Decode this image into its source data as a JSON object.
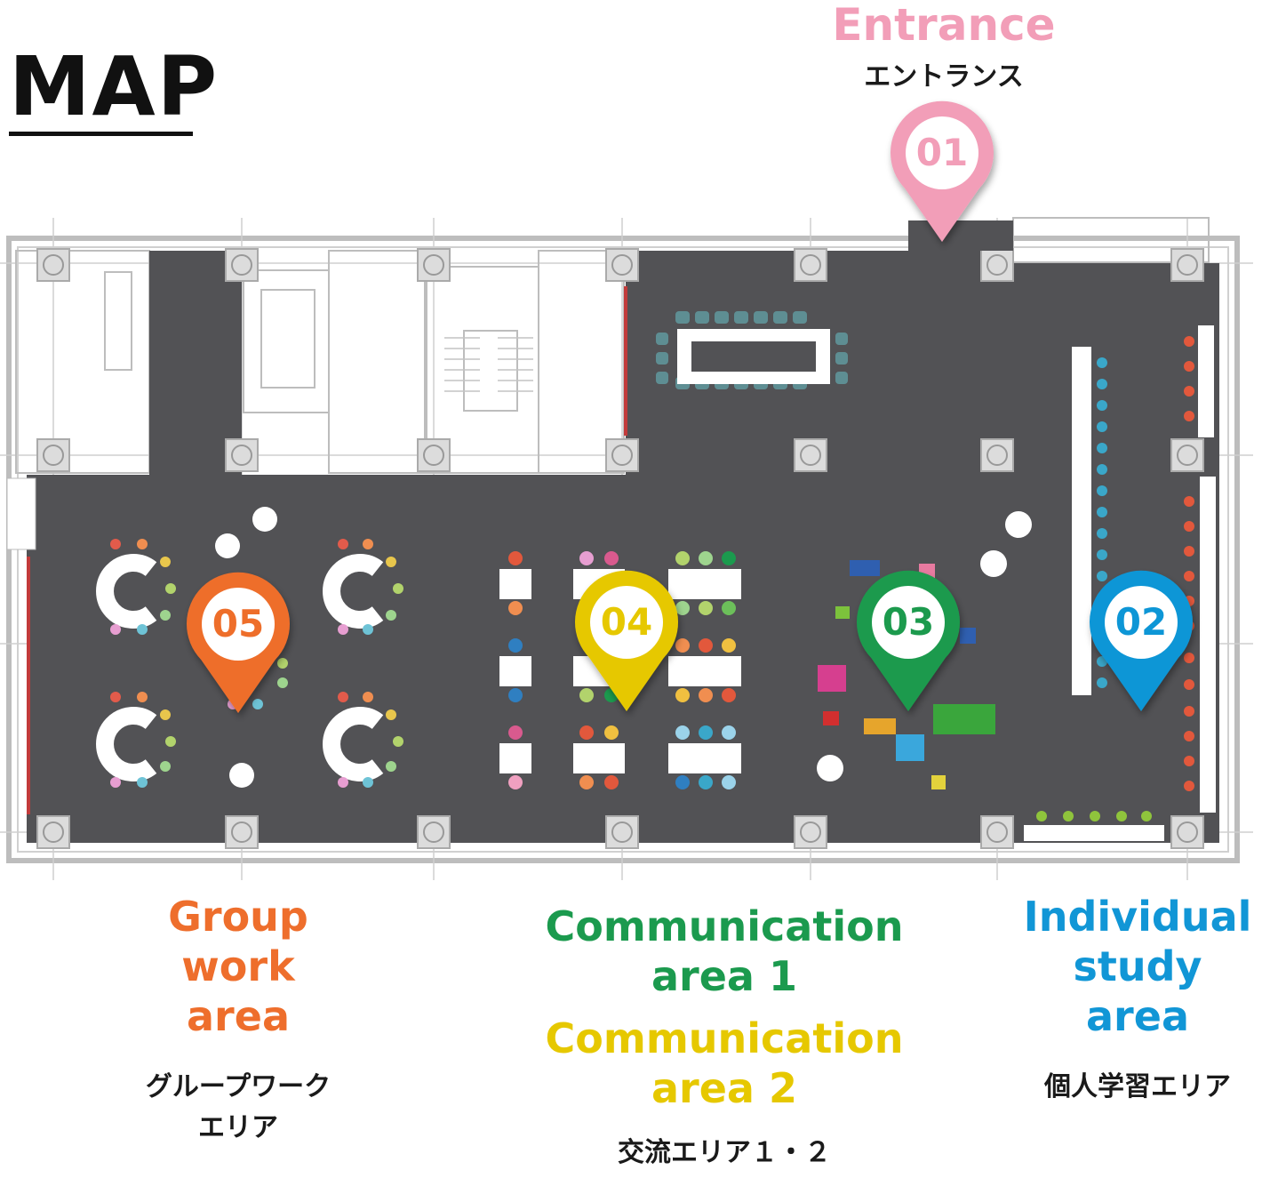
{
  "title": "MAP",
  "colors": {
    "entrance": "#F29EB8",
    "individual": "#1196D6",
    "communication1": "#1B9A4E",
    "communication2": "#E6C800",
    "group": "#EE6E2C",
    "floor": "#525255"
  },
  "pins": [
    {
      "id": "01",
      "area": "entrance"
    },
    {
      "id": "02",
      "area": "individual"
    },
    {
      "id": "03",
      "area": "communication1"
    },
    {
      "id": "04",
      "area": "communication2"
    },
    {
      "id": "05",
      "area": "group"
    }
  ],
  "labels": {
    "entrance": {
      "en": "Entrance",
      "jp": "エントランス"
    },
    "group": {
      "en_lines": [
        "Group",
        "work",
        "area"
      ],
      "jp_lines": [
        "グループワーク",
        "エリア"
      ]
    },
    "communication1": {
      "en_lines": [
        "Communication",
        "area 1"
      ]
    },
    "communication2": {
      "en_lines": [
        "Communication",
        "area 2"
      ]
    },
    "communication_jp": "交流エリア１・２",
    "individual": {
      "en_lines": [
        "Individual",
        "study",
        "area"
      ],
      "jp": "個人学習エリア"
    }
  }
}
